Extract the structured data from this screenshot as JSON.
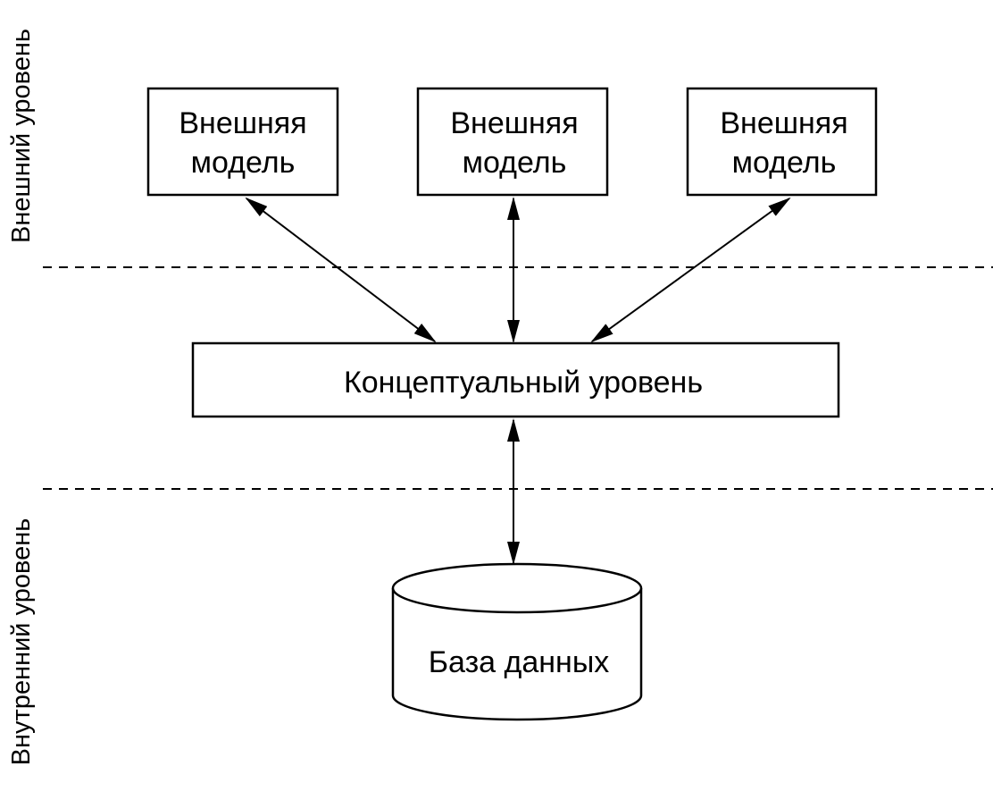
{
  "levels": {
    "external": "Внешний уровень",
    "internal": "Внутренний уровень"
  },
  "external_models": [
    {
      "line1": "Внешняя",
      "line2": "модель"
    },
    {
      "line1": "Внешняя",
      "line2": "модель"
    },
    {
      "line1": "Внешняя",
      "line2": "модель"
    }
  ],
  "conceptual": {
    "label": "Концептуальный уровень"
  },
  "database": {
    "label": "База данных"
  },
  "colors": {
    "stroke": "#000000",
    "background": "#ffffff"
  }
}
